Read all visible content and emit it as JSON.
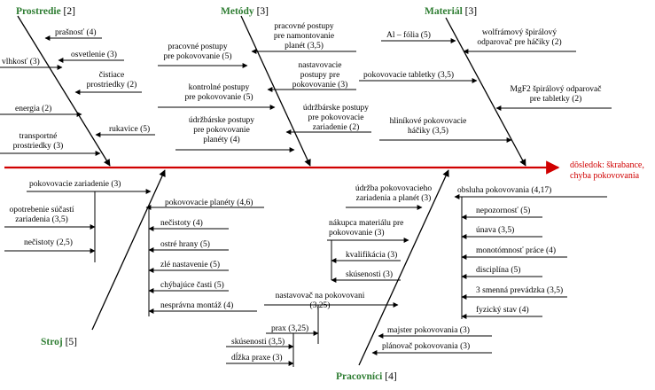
{
  "categories": {
    "prostredie": {
      "name": "Prostredie",
      "count": "[2]"
    },
    "metody": {
      "name": "Metódy",
      "count": "[3]"
    },
    "material": {
      "name": "Materiál",
      "count": "[3]"
    },
    "stroj": {
      "name": "Stroj",
      "count": "[5]"
    },
    "pracovnici": {
      "name": "Pracovníci",
      "count": "[4]"
    }
  },
  "consequence": {
    "line1": "dôsledok: škrabance,",
    "line2": "chyba pokovovania"
  },
  "prostredie": {
    "prasnost": "prašnosť (4)",
    "osvetlenie": "osvetlenie (3)",
    "vlhkost": "vlhkosť (3)",
    "cistiace_1": "čistiace",
    "cistiace_2": "prostriedky (2)",
    "energia": "energia (2)",
    "rukavice": "rukavice (5)",
    "transport_1": "transportné",
    "transport_2": "prostriedky (3)"
  },
  "metody": {
    "prac_post_1": "pracovné postupy",
    "prac_post_2": "pre pokovovanie (5)",
    "nam_1": "pracovné postupy",
    "nam_2": "pre namontovanie",
    "nam_3": "planét (3,5)",
    "nast_1": "nastavovacie",
    "nast_2": "postupy pre",
    "nast_3": "pokovovanie (3)",
    "kontr_1": "kontrolné postupy",
    "kontr_2": "pre pokovovanie (5)",
    "udrz_zar_1": "údržbárske postupy",
    "udrz_zar_2": "pre pokovovacie",
    "udrz_zar_3": "zariadenie (2)",
    "udrz_pl_1": "údržbárske postupy",
    "udrz_pl_2": "pre pokovovanie",
    "udrz_pl_3": "planéty (4)"
  },
  "material": {
    "al": "Al – fólia (5)",
    "wolf_1": "wolfrámový špirálový",
    "wolf_2": "odparovač pre háčiky (2)",
    "tab": "pokovovacie tabletky (3,5)",
    "mgf_1": "MgF2 špirálový odparovač",
    "mgf_2": "pre tabletky (2)",
    "hlin_1": "hliníkové pokovovacie",
    "hlin_2": "háčiky (3,5)"
  },
  "stroj": {
    "pok_zar": "pokovovacie zariadenie (3)",
    "opot_1": "opotrebenie súčastí",
    "opot_2": "zariadenia (3,5)",
    "necist_l": "nečistoty (2,5)",
    "planety": "pokovovacie planéty (4,6)",
    "necist4": "nečistoty (4)",
    "ostre": "ostré hrany (5)",
    "zle": "zlé nastavenie (5)",
    "chyb": "chýbajúce časti (5)",
    "nespr": "nesprávna montáž (4)"
  },
  "pracovnici": {
    "udrz_1": "údržba pokovovacieho",
    "udrz_2": "zariadenia a planét (3)",
    "obsluha": "obsluha pokovovania (4,17)",
    "nepoz": "nepozornosť (5)",
    "unava": "únava (3,5)",
    "monot": "monotómnosť práce (4)",
    "disc": "disciplína (5)",
    "smena": "3 smenná prevádzka (3,5)",
    "fyz": "fyzický stav (4)",
    "nakup_1": "nákupca materiálu pre",
    "nakup_2": "pokovovanie (3)",
    "kval": "kvalifikácia (3)",
    "skus_r": "skúsenosti (3)",
    "nast_1": "nastavovač na pokovovani",
    "nast_2": "(3,25)",
    "prax": "prax (3,25)",
    "skus_b": "skúsenosti (3,5)",
    "dlzka": "dĺžka praxe (3)",
    "majster": "majster pokovovania (3)",
    "planovac": "plánovač pokovovania (3)"
  }
}
